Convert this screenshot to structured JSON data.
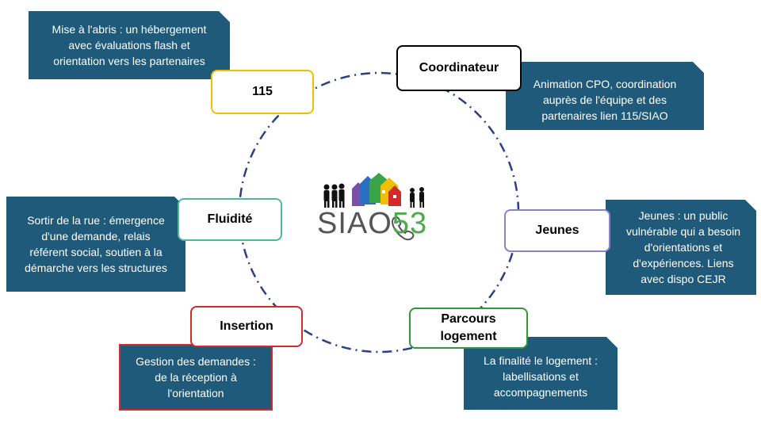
{
  "colors": {
    "ring": "#2b3f8a",
    "description_bg": "#1f5a7a",
    "coordinateur": "#000000",
    "n115": "#f0c000",
    "jeunes": "#8a82c2",
    "parcours": "#2f9a3a",
    "insertion": "#d42a2a",
    "fluidite": "#4fb89a"
  },
  "logo": {
    "text": "SIAO",
    "number": "53"
  },
  "nodes": {
    "coordinateur": {
      "title": "Coordinateur",
      "description": [
        "Animation CPO, coordination",
        "auprès de l'équipe et des",
        "partenaires lien 115/SIAO"
      ]
    },
    "n115": {
      "title": "115",
      "description": [
        "Mise à l'abris : un hébergement",
        "avec évaluations flash et",
        "orientation vers les partenaires"
      ]
    },
    "fluidite": {
      "title": "Fluidité",
      "description": [
        "Sortir de la rue : émergence",
        "d'une demande, relais",
        "référent social, soutien à la",
        "démarche vers les structures"
      ]
    },
    "insertion": {
      "title": "Insertion",
      "description": [
        "Gestion des demandes :",
        "de la réception à",
        "l'orientation"
      ]
    },
    "parcours": {
      "title_line1": "Parcours",
      "title_line2": "logement",
      "description": [
        "La finalité le logement :",
        "labellisations et",
        "accompagnements"
      ]
    },
    "jeunes": {
      "title": "Jeunes",
      "description": [
        "Jeunes : un public",
        "vulnérable qui a besoin",
        "d'orientations et",
        "d'expériences. Liens",
        "avec dispo CEJR"
      ]
    }
  }
}
